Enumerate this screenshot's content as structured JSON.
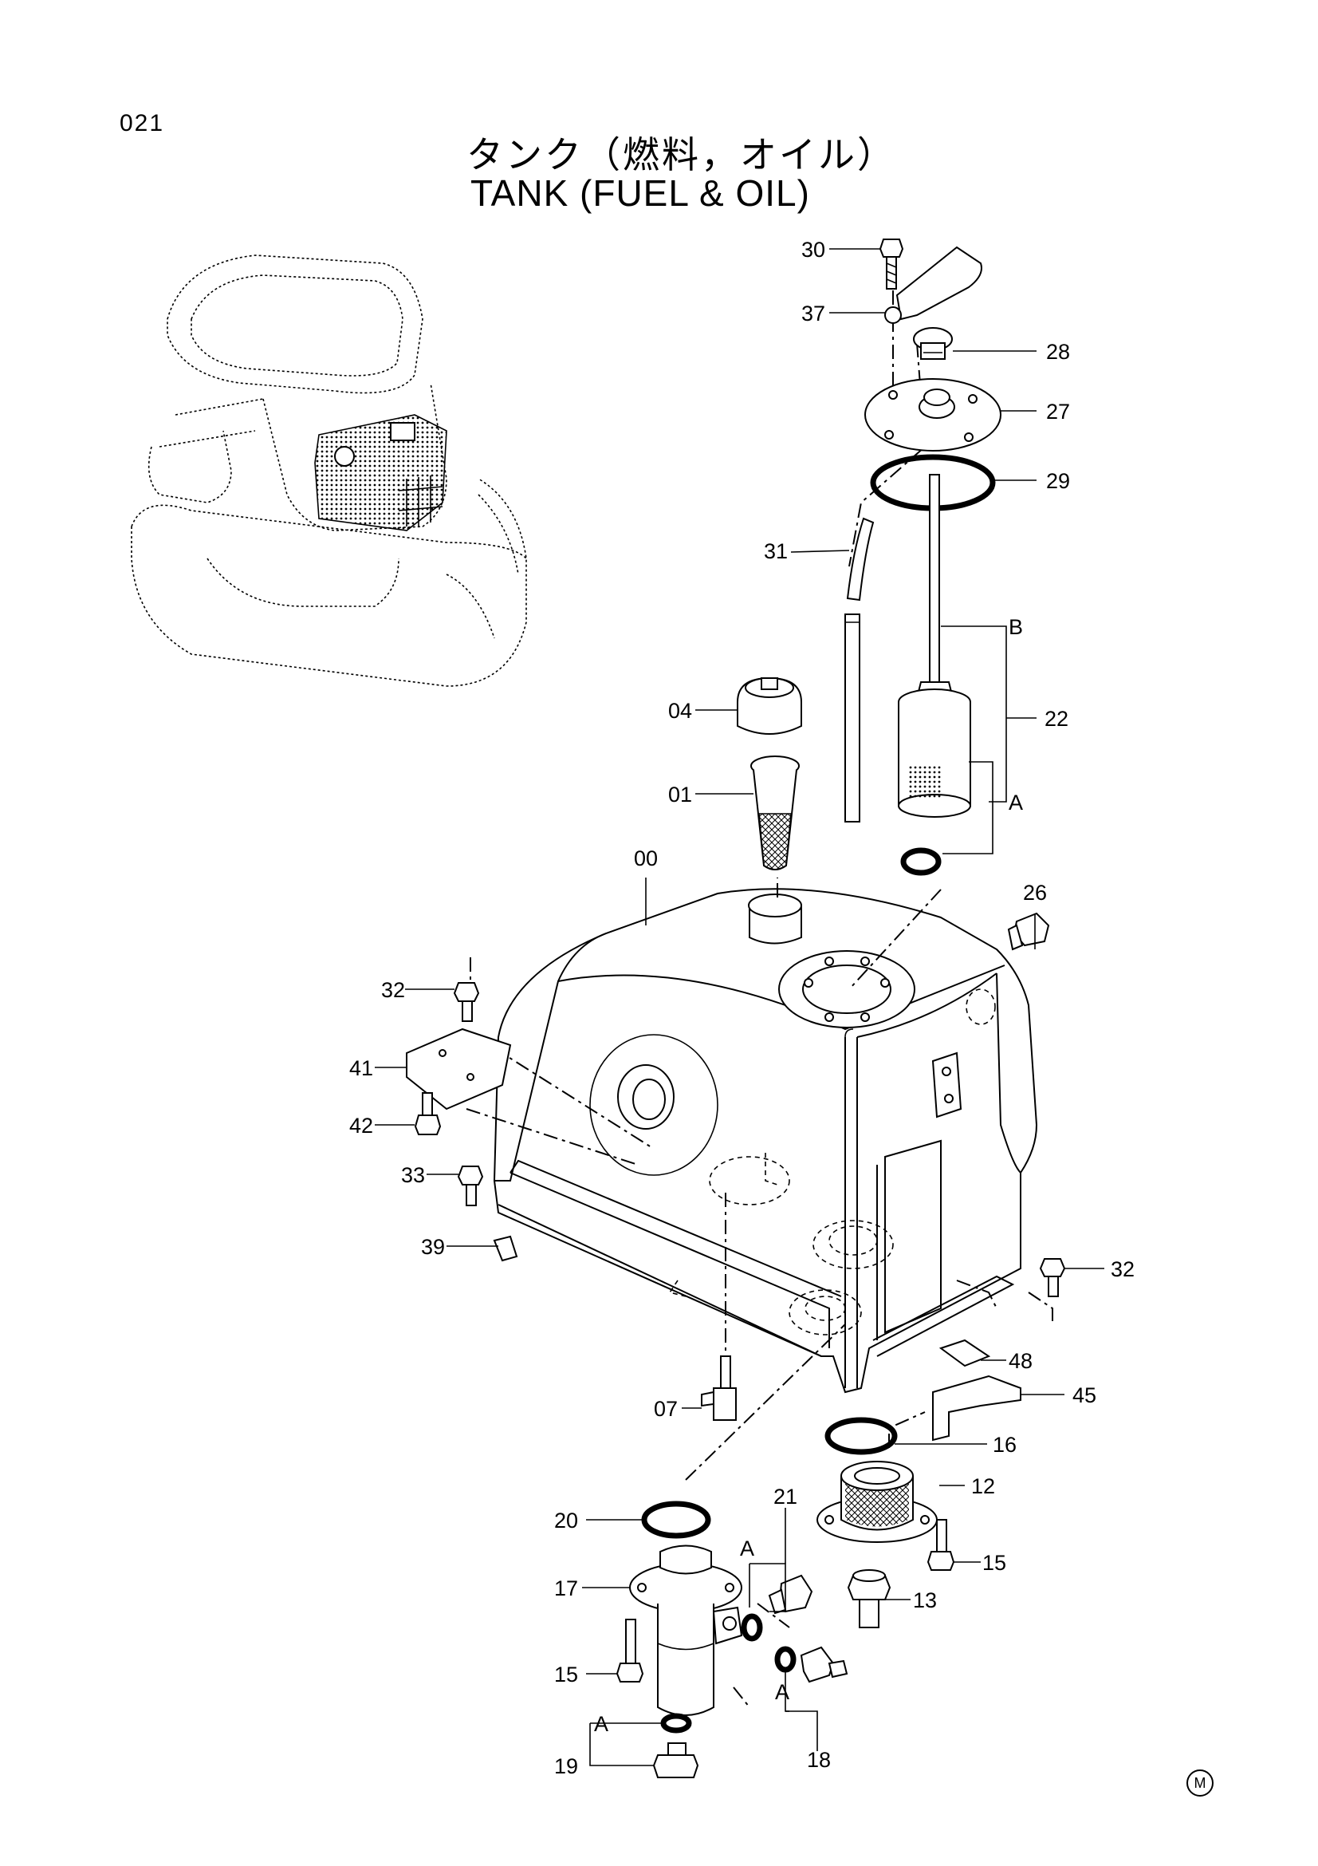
{
  "page_number": "021",
  "title_jp": "タンク（燃料，オイル）",
  "title_en": "TANK  (FUEL & OIL)",
  "footer_mark": "M",
  "callouts": {
    "p30": "30",
    "p37": "37",
    "p28": "28",
    "p27": "27",
    "p29": "29",
    "p31": "31",
    "pB": "B",
    "p22": "22",
    "p04": "04",
    "p01": "01",
    "pA22": "A",
    "p00": "00",
    "p26": "26",
    "p32a": "32",
    "p41": "41",
    "p42": "42",
    "p33": "33",
    "p39": "39",
    "p32b": "32",
    "p48": "48",
    "p07": "07",
    "p45": "45",
    "p16": "16",
    "p12": "12",
    "p20": "20",
    "p21": "21",
    "pA21": "A",
    "p15a": "15",
    "p17": "17",
    "p13": "13",
    "p15b": "15",
    "pA18": "A",
    "pA19": "A",
    "p18": "18",
    "p19": "19"
  }
}
